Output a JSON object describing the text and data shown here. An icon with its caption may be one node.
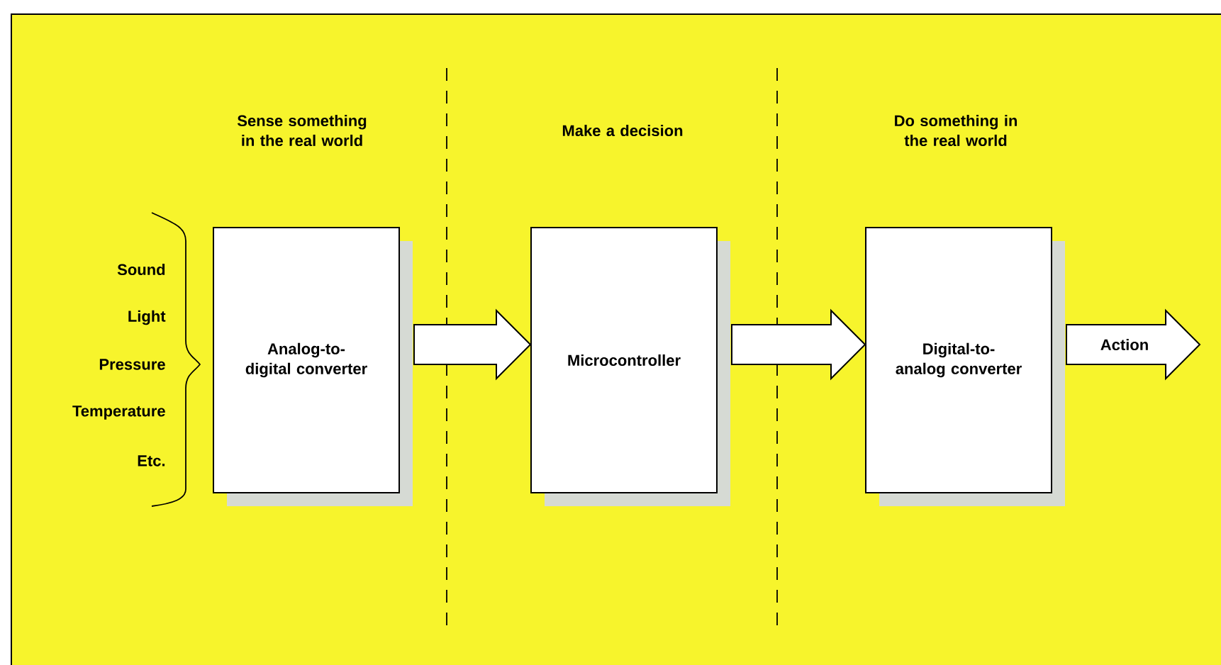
{
  "diagram": {
    "nodes": [
      {
        "text": [
          "Analog-to-digital converter"
        ]
      },
      {
        "text": [
          "Microcontroller"
        ]
      },
      {
        "text": [
          "Digital-to-analog converter"
        ]
      }
    ],
    "edges": [
      {
        "from": 0,
        "to": 1,
        "arrow": "to"
      },
      {
        "from": 1,
        "to": 2,
        "arrow": "to"
      },
      {
        "from": 2,
        "to": null,
        "arrow": "to",
        "label": "Action"
      }
    ],
    "labels": [
      "Sense something in the real world",
      "Make a decision",
      "Do something in the real world",
      "Sound",
      "Light",
      "Pressure",
      "Temperature",
      "Etc."
    ]
  }
}
